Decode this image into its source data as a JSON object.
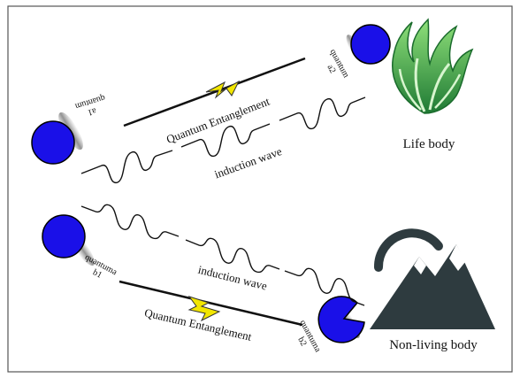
{
  "top_panel": {
    "particle_a1_label_line1": "quantum",
    "particle_a1_label_line2": "a1",
    "particle_a2_label_line1": "quantum",
    "particle_a2_label_line2": "a2",
    "entanglement_label": "Quantum Entanglement",
    "wave_label": "induction wave",
    "target_label": "Life body",
    "target_icon": "leaf-flame-icon"
  },
  "bottom_panel": {
    "particle_b1_label_line1": "quantuma",
    "particle_b1_label_line2": "b1",
    "particle_b2_label_line1": "quantuma",
    "particle_b2_label_line2": "b2",
    "entanglement_label": "Quantum Entanglement",
    "wave_label": "induction wave",
    "target_label": "Non-living body",
    "target_icon": "mountain-icon"
  },
  "colors": {
    "particle": "#1a10e8",
    "lightning": "#f2e600",
    "leaf_dark": "#1f8a3a",
    "leaf_light": "#7fd16a",
    "mountain": "#2e3b3f",
    "frame": "#555555"
  }
}
